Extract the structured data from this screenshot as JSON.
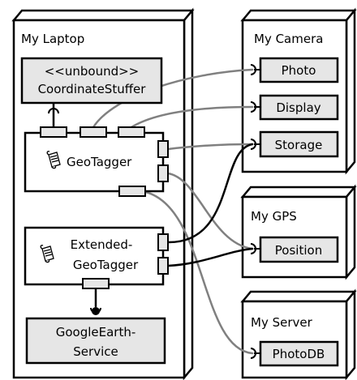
{
  "nodes": {
    "laptop": {
      "title": "My Laptop",
      "components": {
        "coordinate_stuffer": {
          "line1": "<<unbound>>",
          "line2": "CoordinateStuffer"
        },
        "geotagger": {
          "label": "GeoTagger"
        },
        "extended_geotagger": {
          "line1": "Extended-",
          "line2": "GeoTagger"
        },
        "googleearth_service": {
          "line1": "GoogleEarth-",
          "line2": "Service"
        }
      }
    },
    "camera": {
      "title": "My Camera",
      "interfaces": [
        "Photo",
        "Display",
        "Storage"
      ]
    },
    "gps": {
      "title": "My GPS",
      "interfaces": [
        "Position"
      ]
    },
    "server": {
      "title": "My Server",
      "interfaces": [
        "PhotoDB"
      ]
    }
  },
  "colors": {
    "node_fill": "#ffffff",
    "component_fill": "#e6e6e6",
    "port_fill": "#e6e6e6",
    "connector_gray": "#808080",
    "connector_black": "#000000"
  },
  "icons": {
    "component": "scroll-icon"
  }
}
